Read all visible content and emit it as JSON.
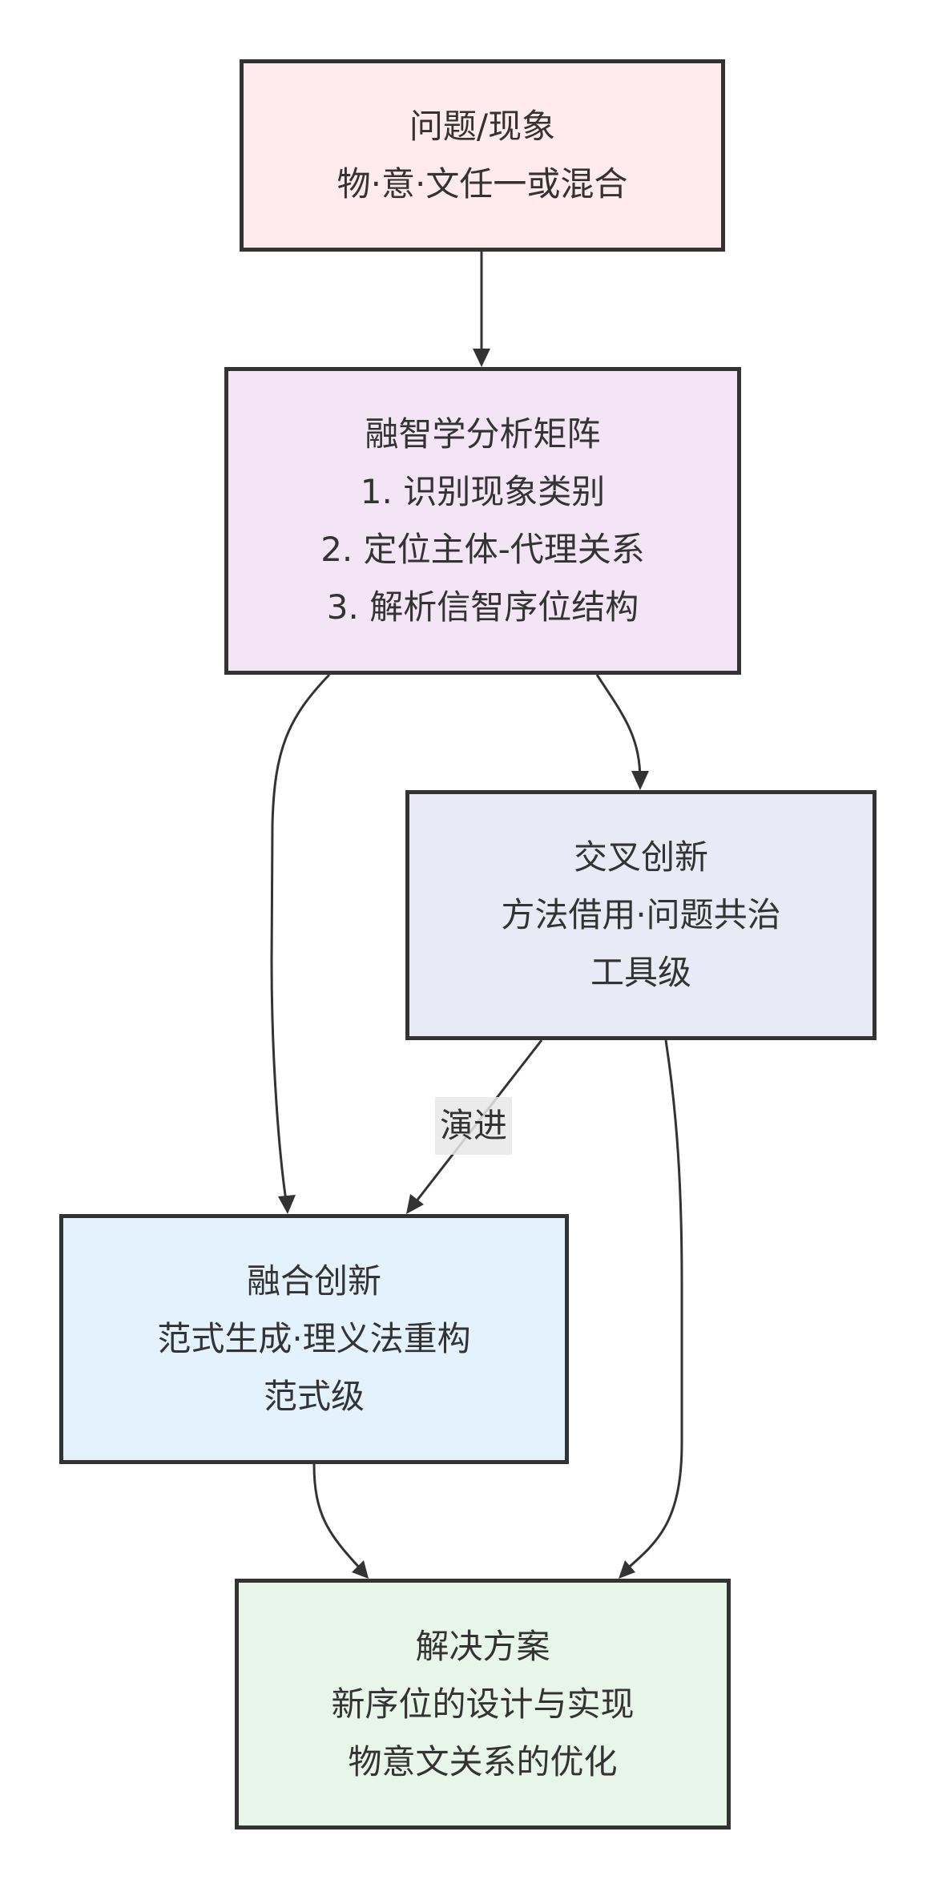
{
  "diagram": {
    "type": "flowchart",
    "nodes": [
      {
        "id": "n1",
        "lines": [
          "问题/现象",
          "物·意·文任一或混合"
        ],
        "fill": "#FFEBEE"
      },
      {
        "id": "n2",
        "lines": [
          "融智学分析矩阵",
          "1. 识别现象类别",
          "2. 定位主体-代理关系",
          "3. 解析信智序位结构"
        ],
        "fill": "#F3E5F5"
      },
      {
        "id": "n3",
        "lines": [
          "交叉创新",
          "方法借用·问题共治",
          "工具级"
        ],
        "fill": "#E8EAF6"
      },
      {
        "id": "n4",
        "lines": [
          "融合创新",
          "范式生成·理义法重构",
          "范式级"
        ],
        "fill": "#E3F2FD"
      },
      {
        "id": "n5",
        "lines": [
          "解决方案",
          "新序位的设计与实现",
          "物意文关系的优化"
        ],
        "fill": "#E8F5E9"
      }
    ],
    "edges": [
      {
        "from": "n1",
        "to": "n2",
        "label": ""
      },
      {
        "from": "n2",
        "to": "n4",
        "label": ""
      },
      {
        "from": "n2",
        "to": "n3",
        "label": ""
      },
      {
        "from": "n3",
        "to": "n4",
        "label": "演进"
      },
      {
        "from": "n3",
        "to": "n5",
        "label": ""
      },
      {
        "from": "n4",
        "to": "n5",
        "label": ""
      }
    ],
    "colors": {
      "stroke": "#333333",
      "text": "#333333",
      "label_bg": "#E8E8E8"
    }
  }
}
